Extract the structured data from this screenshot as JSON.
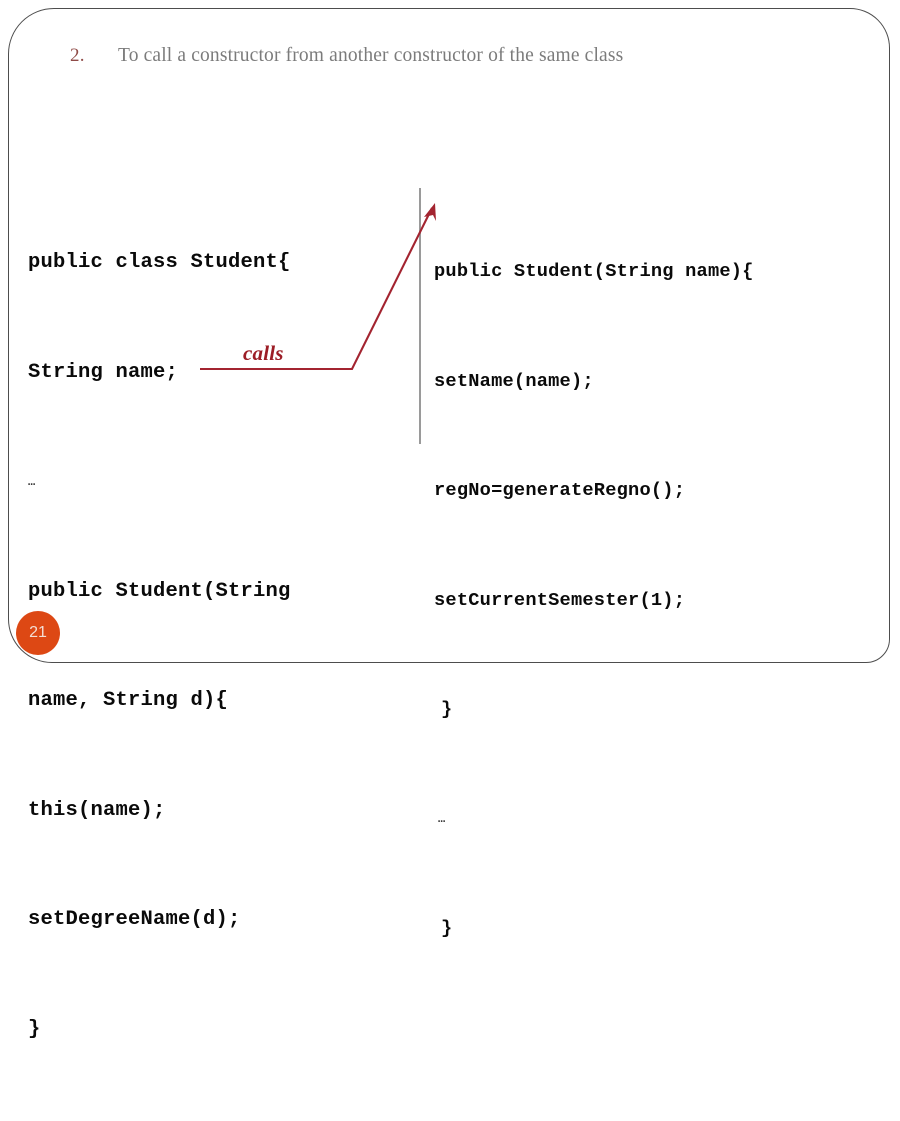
{
  "slide": {
    "title": {
      "number": "2.",
      "text": "To call a constructor from another constructor of the same class"
    },
    "page_number": "21",
    "colors": {
      "title_number": "#8f4b47",
      "title_text": "#7b7b7b",
      "code_text": "#0a0a0a",
      "annotation": "#9c1d26",
      "divider": "#9a9a9a",
      "badge_background": "#dd4814",
      "badge_text": "#f3ded4",
      "frame_border": "#4d4d4d"
    },
    "code_left": {
      "lines": [
        "public class Student{",
        "String name;",
        "…",
        "public Student(String",
        "name, String d){",
        "this(name);",
        "setDegreeName(d);",
        "}"
      ]
    },
    "code_right": {
      "lines": [
        "public Student(String name){",
        "setName(name);",
        "regNo=generateRegno();",
        "setCurrentSemester(1);",
        "}",
        "…",
        "}"
      ]
    },
    "annotation": {
      "label": "calls"
    }
  }
}
